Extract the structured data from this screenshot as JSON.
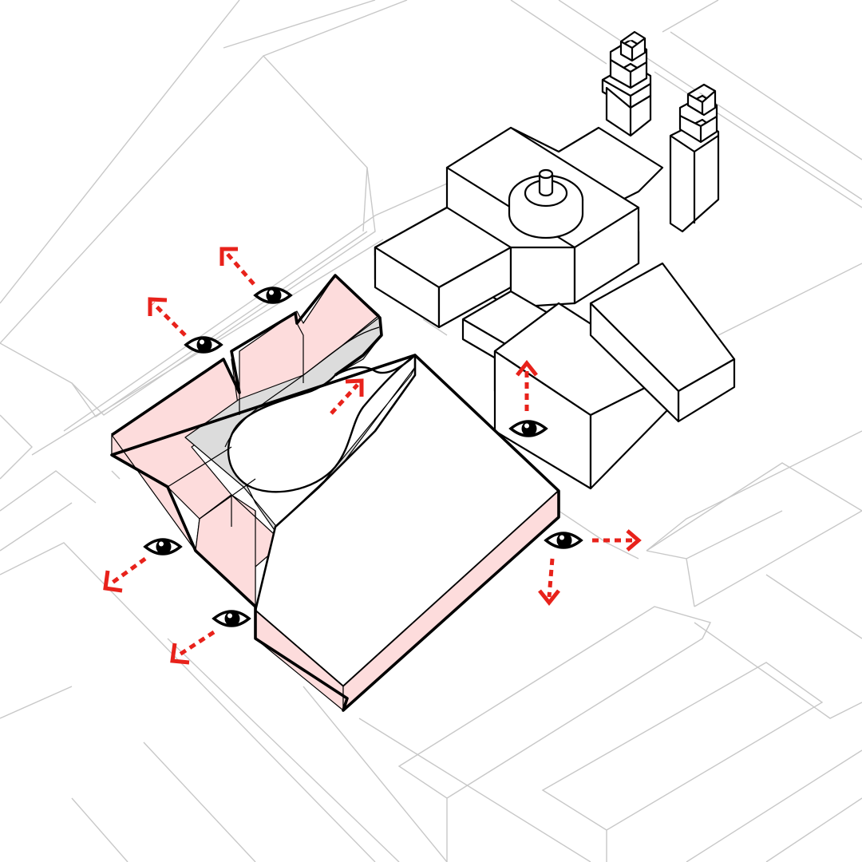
{
  "diagram": {
    "type": "axonometric-site-diagram",
    "colors": {
      "background": "#ffffff",
      "context_line": "#c8c8c8",
      "building_line": "#000000",
      "building_fill": "#ffffff",
      "highlight_fill": "#fddcdc",
      "courtyard_fill": "#dcdcdc",
      "arrow": "#e8221b",
      "eye": "#000000"
    },
    "symbols": {
      "viewpoint": "eye-icon",
      "view_direction": "dashed-arrow"
    },
    "viewpoints": [
      {
        "id": "north-west-upper",
        "direction": "north-west"
      },
      {
        "id": "north-west-lower",
        "direction": "north-west"
      },
      {
        "id": "courtyard",
        "direction": "north-east"
      },
      {
        "id": "church-side",
        "direction": "north"
      },
      {
        "id": "east-corner",
        "direction": "east-and-south"
      },
      {
        "id": "south-west-upper",
        "direction": "south-west"
      },
      {
        "id": "south-west-lower",
        "direction": "south-west"
      }
    ]
  }
}
